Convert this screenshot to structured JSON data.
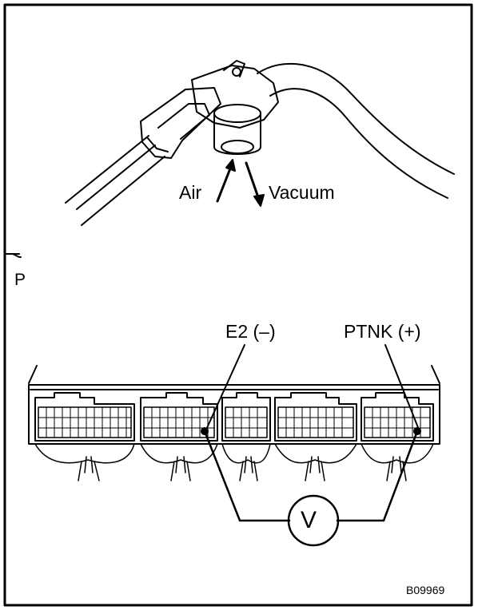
{
  "labels": {
    "air": "Air",
    "vacuum": "Vacuum",
    "connector": "P",
    "ground_terminal": "E2 (–)",
    "signal_terminal": "PTNK (+)",
    "voltmeter": "V",
    "figure_code": "B09969"
  },
  "colors": {
    "line": "#000000",
    "background": "#ffffff"
  }
}
